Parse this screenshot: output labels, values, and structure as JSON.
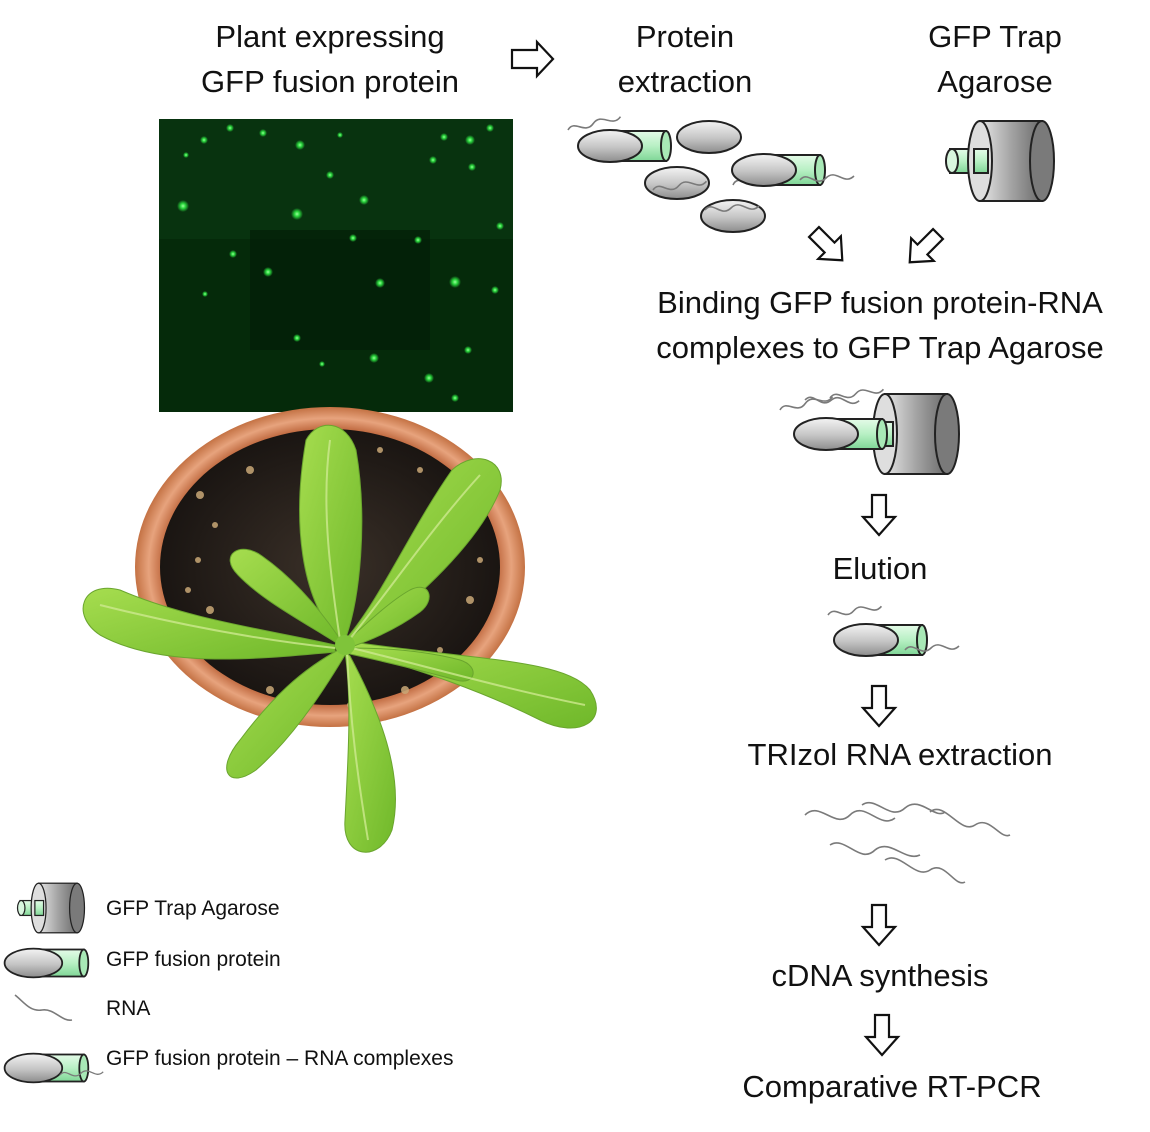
{
  "steps": {
    "plant": [
      "Plant expressing",
      "GFP fusion protein"
    ],
    "extraction": [
      "Protein",
      "extraction"
    ],
    "trap": [
      "GFP Trap",
      "Agarose"
    ],
    "binding": [
      "Binding GFP fusion protein-RNA",
      "complexes to GFP Trap Agarose"
    ],
    "elution": "Elution",
    "trizol": "TRIzol RNA extraction",
    "cdna": "cDNA synthesis",
    "rtpcr": "Comparative RT-PCR"
  },
  "legend": {
    "trap": "GFP Trap Agarose",
    "fusion": "GFP fusion protein",
    "rna": "RNA",
    "complex": "GFP fusion protein – RNA complexes"
  },
  "colors": {
    "gfp_green": "#b8f0c4",
    "protein_grey": "#c8c8c8",
    "agarose_grey": "#a0a0a0",
    "leaf_green": "#8fd13a",
    "pot": "#d4855a",
    "micrograph_bg": "#052a0a",
    "fluorescence": "#2bd83e"
  }
}
